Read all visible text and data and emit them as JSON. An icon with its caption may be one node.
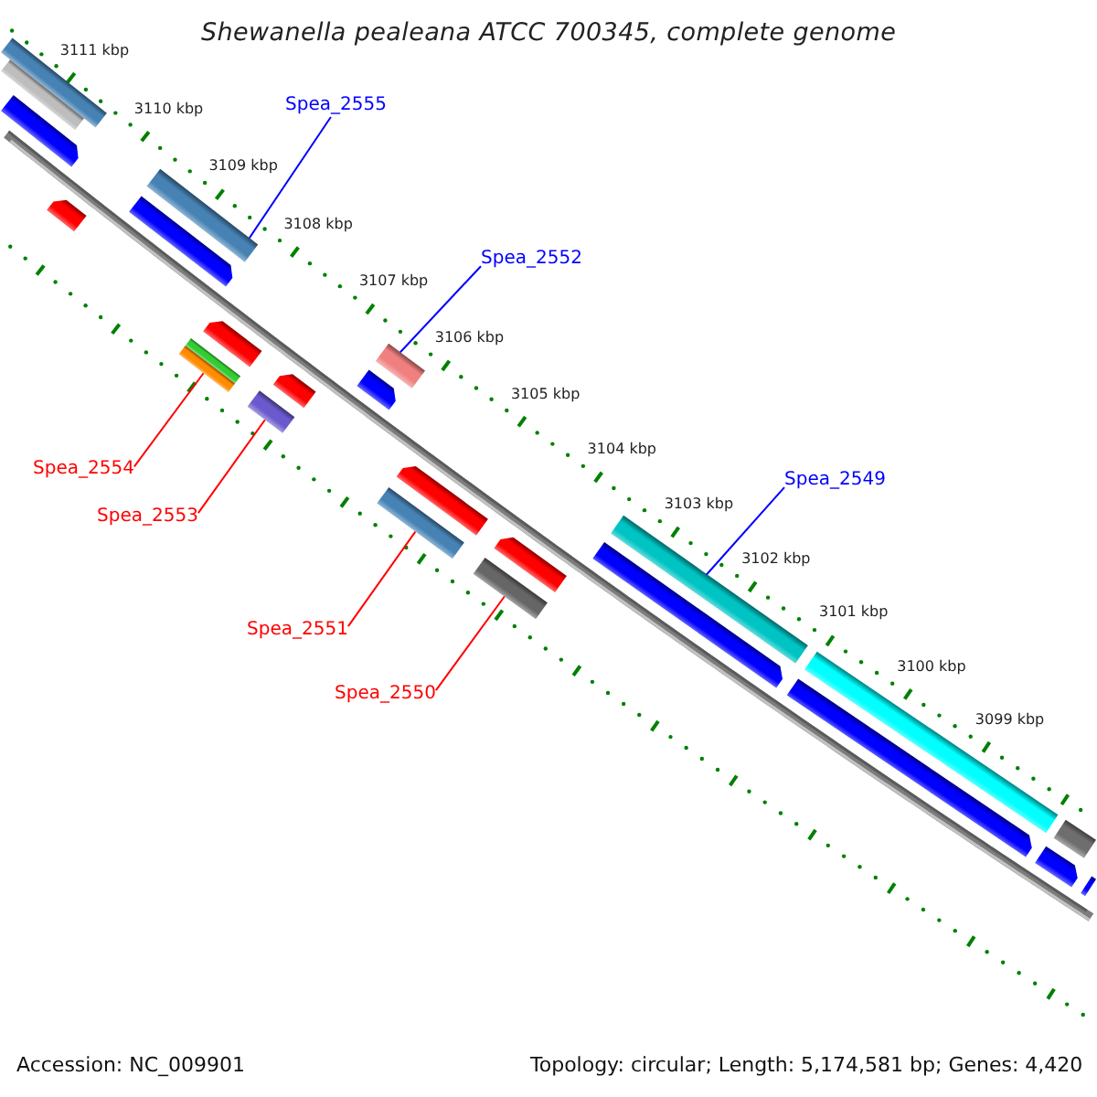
{
  "diagram": {
    "title": "Shewanella pealeana ATCC 700345, complete genome",
    "nodes": [
      {
        "text": [],
        "shape": "bar"
      },
      {
        "text": [],
        "shape": "bar"
      },
      {
        "text": [],
        "shape": "bar"
      },
      {
        "text": [
          "Spea_2555"
        ]
      },
      {
        "text": [],
        "shape": "bar"
      },
      {
        "text": [],
        "shape": "bar"
      },
      {
        "text": [],
        "shape": "bar"
      },
      {
        "text": [
          "Spea_2552"
        ]
      },
      {
        "text": [],
        "shape": "bar"
      },
      {
        "text": [],
        "shape": "bar"
      },
      {
        "text": [],
        "shape": "bar"
      },
      {
        "text": [],
        "shape": "bar"
      },
      {
        "text": [],
        "shape": "bar"
      },
      {
        "text": [],
        "shape": "bar"
      },
      {
        "text": [
          "Spea_2554"
        ]
      },
      {
        "text": [],
        "shape": "bar"
      },
      {
        "text": [
          "Spea_2549"
        ]
      },
      {
        "text": [],
        "shape": "bar"
      },
      {
        "text": [
          "Spea_2553"
        ]
      },
      {
        "text": [],
        "shape": "bar"
      },
      {
        "text": [],
        "shape": "bar"
      },
      {
        "text": [],
        "shape": "bar"
      },
      {
        "text": [],
        "shape": "bar"
      },
      {
        "text": [
          "Spea_2551"
        ]
      },
      {
        "text": [],
        "shape": "bar"
      },
      {
        "text": [],
        "shape": "bar"
      },
      {
        "text": [
          "Spea_2550"
        ]
      },
      {
        "text": [],
        "shape": "bar"
      },
      {
        "text": [],
        "shape": "bar"
      },
      {
        "text": [],
        "shape": "bar"
      }
    ],
    "edges": [
      {
        "from": 3,
        "to": 4,
        "arrow": "none",
        "color": "#0000ff"
      },
      {
        "from": 7,
        "to": 10,
        "arrow": "none",
        "color": "#0000ff"
      },
      {
        "from": 14,
        "to": 9,
        "arrow": "none"
      },
      {
        "from": 16,
        "to": 19,
        "arrow": "none",
        "color": "#0000ff"
      },
      {
        "from": 18,
        "to": 13,
        "arrow": "none"
      },
      {
        "from": 23,
        "to": 17,
        "arrow": "none"
      },
      {
        "from": 26,
        "to": 22,
        "arrow": "none"
      }
    ],
    "labels": [
      "3111 kbp",
      "3110 kbp",
      "3109 kbp",
      "3108 kbp",
      "3107 kbp",
      "3106 kbp",
      "3105 kbp",
      "3104 kbp",
      "3103 kbp",
      "3102 kbp",
      "3101 kbp",
      "3100 kbp",
      "3099 kbp",
      "Accession: NC_009901",
      "Topology: circular; Length: 5,174,581 bp; Genes: 4,420"
    ]
  }
}
